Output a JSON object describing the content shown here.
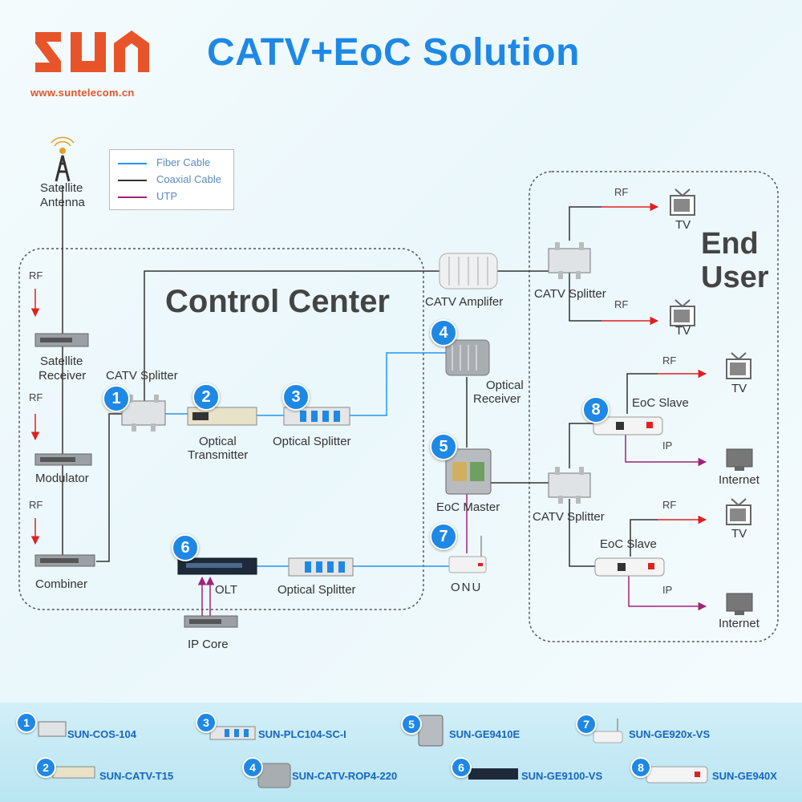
{
  "brand": {
    "logo_text": "SUN",
    "url": "www.suntelecom.cn",
    "colors": {
      "primary": "#1e88e5",
      "accent": "#e8542a",
      "fiber": "#2196f3",
      "coax": "#333333",
      "utp": "#a0227a",
      "rf_arrow": "#e02020"
    }
  },
  "title": "CATV+EoC Solution",
  "legend": {
    "fiber": "Fiber Cable",
    "coax": "Coaxial Cable",
    "utp": "UTP"
  },
  "regions": {
    "control_center": "Control Center",
    "end_user_line1": "End",
    "end_user_line2": "User"
  },
  "labels": {
    "satellite_antenna_1": "Satellite",
    "satellite_antenna_2": "Antenna",
    "satellite_receiver_1": "Satellite",
    "satellite_receiver_2": "Receiver",
    "modulator": "Modulator",
    "combiner": "Combiner",
    "catv_splitter_cc": "CATV  Splitter",
    "optical_transmitter_1": "Optical",
    "optical_transmitter_2": "Transmitter",
    "optical_splitter_1": "Optical Splitter",
    "optical_splitter_2": "Optical Splitter",
    "olt": "OLT",
    "ip_core": "IP Core",
    "catv_amplifier": "CATV Amplifer",
    "optical_receiver_1": "Optical",
    "optical_receiver_2": "Receiver",
    "eoc_master": "EoC  Master",
    "onu": "ONU",
    "catv_splitter_top": "CATV  Splitter",
    "catv_splitter_mid": "CATV  Splitter",
    "eoc_slave_1": "EoC Slave",
    "eoc_slave_2": "EoC Slave",
    "tv_1": "TV",
    "tv_2": "TV",
    "tv_3": "TV",
    "tv_4": "TV",
    "internet_1": "Internet",
    "internet_2": "Internet",
    "rf": "RF",
    "ip": "IP"
  },
  "badges": [
    "1",
    "2",
    "3",
    "4",
    "5",
    "6",
    "7",
    "8"
  ],
  "models": [
    {
      "num": "1",
      "name": "SUN-COS-104"
    },
    {
      "num": "2",
      "name": "SUN-CATV-T15"
    },
    {
      "num": "3",
      "name": "SUN-PLC104-SC-I"
    },
    {
      "num": "4",
      "name": "SUN-CATV-ROP4-220"
    },
    {
      "num": "5",
      "name": "SUN-GE9410E"
    },
    {
      "num": "6",
      "name": "SUN-GE9100-VS"
    },
    {
      "num": "7",
      "name": "SUN-GE920x-VS"
    },
    {
      "num": "8",
      "name": "SUN-GE940X"
    }
  ]
}
